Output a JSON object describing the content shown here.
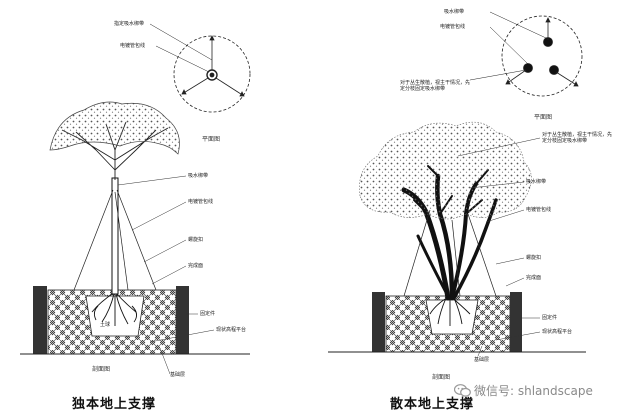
{
  "left": {
    "plan_labels": [
      "指定吸水绑带",
      "电镀管包线"
    ],
    "plan_view": "平面图",
    "labels": [
      "吸水绑带",
      "电镀管包线",
      "螺旋扣",
      "完成面",
      "土球",
      "固定件",
      "现状高程平台",
      "基础层"
    ],
    "section_view": "剖面图",
    "caption": "独本地上支撑"
  },
  "right": {
    "plan_labels": [
      "吸水绑带",
      "电镀管包线"
    ],
    "plan_note": "对于丛生散植，视主干情况，先定分枝固定吸水绑带",
    "plan_view": "平面图",
    "note": "对于丛生散植，视主干情况，先定分枝固定吸水绑带",
    "labels": [
      "吸水绑带",
      "电镀管包线",
      "螺旋扣",
      "完成面",
      "固定件",
      "现状高程平台",
      "基础层"
    ],
    "section_view": "剖面图",
    "caption": "散本地上支撑"
  },
  "watermark": {
    "text": "微信号: shlandscape",
    "icon": "wechat-icon"
  }
}
